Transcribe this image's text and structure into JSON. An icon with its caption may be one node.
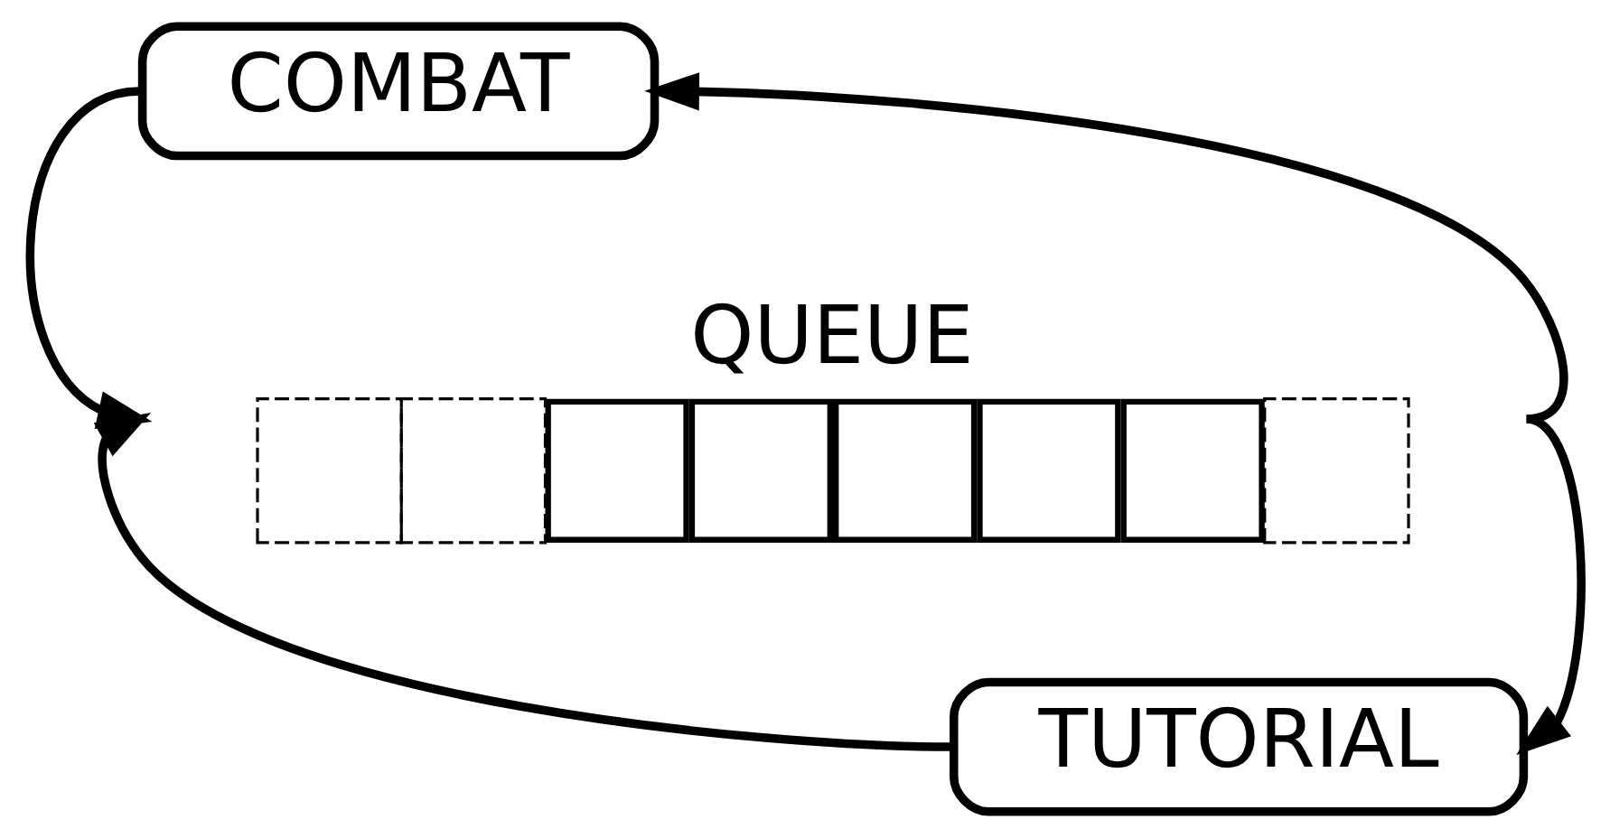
{
  "diagram": {
    "nodes": [
      {
        "text": [
          "COMBAT"
        ]
      },
      {
        "text": [
          "QUEUE"
        ]
      },
      {
        "text": [
          "TUTORIAL"
        ]
      }
    ],
    "edges": [
      {
        "from": 0,
        "to": 1,
        "arrow": "to"
      },
      {
        "from": 2,
        "to": 1,
        "arrow": "to"
      },
      {
        "from": 1,
        "to": 0,
        "arrow": "to"
      },
      {
        "from": 1,
        "to": 2,
        "arrow": "to"
      }
    ]
  }
}
